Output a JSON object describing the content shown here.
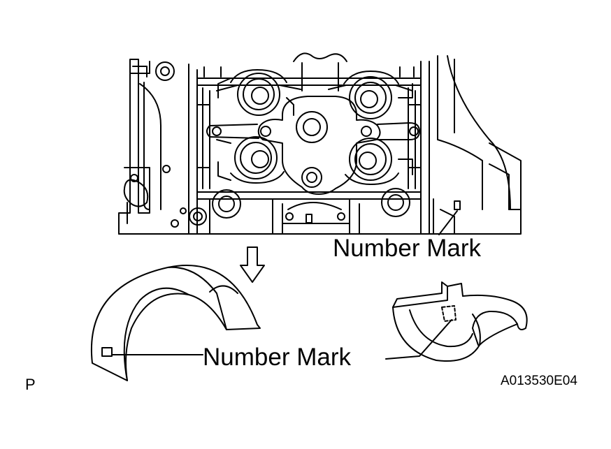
{
  "labels": {
    "top_number_mark": "Number Mark",
    "bottom_number_mark": "Number Mark",
    "view_letter": "P",
    "figure_code": "A013530E04"
  },
  "colors": {
    "line": "#000000",
    "fill": "#ffffff"
  }
}
